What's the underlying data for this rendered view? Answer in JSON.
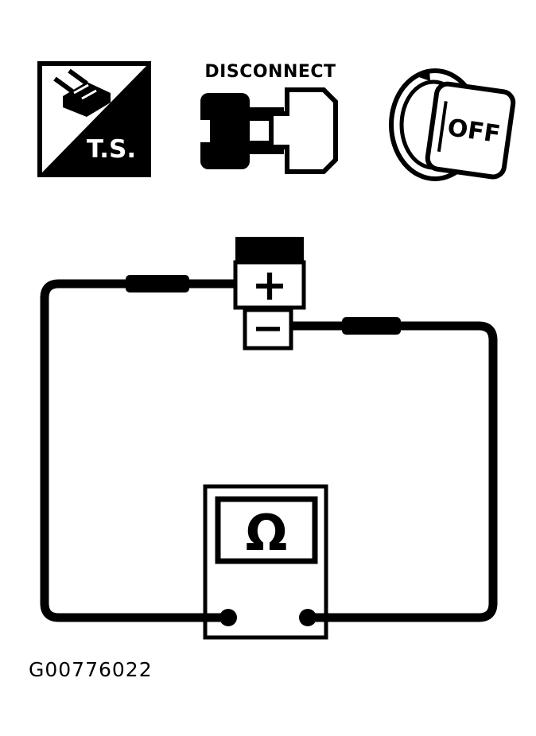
{
  "header_icons": {
    "test_harness": {
      "label": "T.S."
    },
    "disconnect": {
      "label": "DISCONNECT"
    },
    "ignition_switch": {
      "label": "OFF"
    }
  },
  "circuit": {
    "battery": {
      "positive": "+",
      "negative": "−"
    },
    "multimeter": {
      "ohm_symbol": "Ω"
    }
  },
  "caption": "G00776022",
  "icons": {
    "test_harness": "square-connector-with-ts-monogram",
    "disconnect": "separated-connector-halves",
    "ignition": "key-cylinder-turned-off"
  },
  "colors": {
    "ink": "#000000",
    "background": "#ffffff"
  }
}
